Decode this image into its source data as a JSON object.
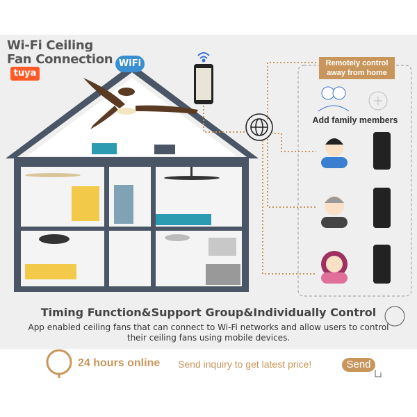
{
  "header": {
    "title_line1": "Wi-Fi Ceiling",
    "title_line2": "Fan Connection",
    "tuya_logo": "tuya",
    "wifi_logo": "WiFi"
  },
  "remote": {
    "label_line1": "Remotely control",
    "label_line2": "away from home",
    "add_family": "Add family members"
  },
  "footer": {
    "headline": "Timing Function&Support Group&Individually Control",
    "description": "App enabled ceiling fans that can connect to Wi-Fi networks and allow users to control their ceiling fans using mobile devices.",
    "online": "24 hours online",
    "inquiry": "Send inquiry to get latest price!",
    "send": "Send"
  },
  "colors": {
    "accent": "#c8955a",
    "house": "#4a5566",
    "tuya": "#ff5a28",
    "wifi": "#3b8fd0"
  }
}
